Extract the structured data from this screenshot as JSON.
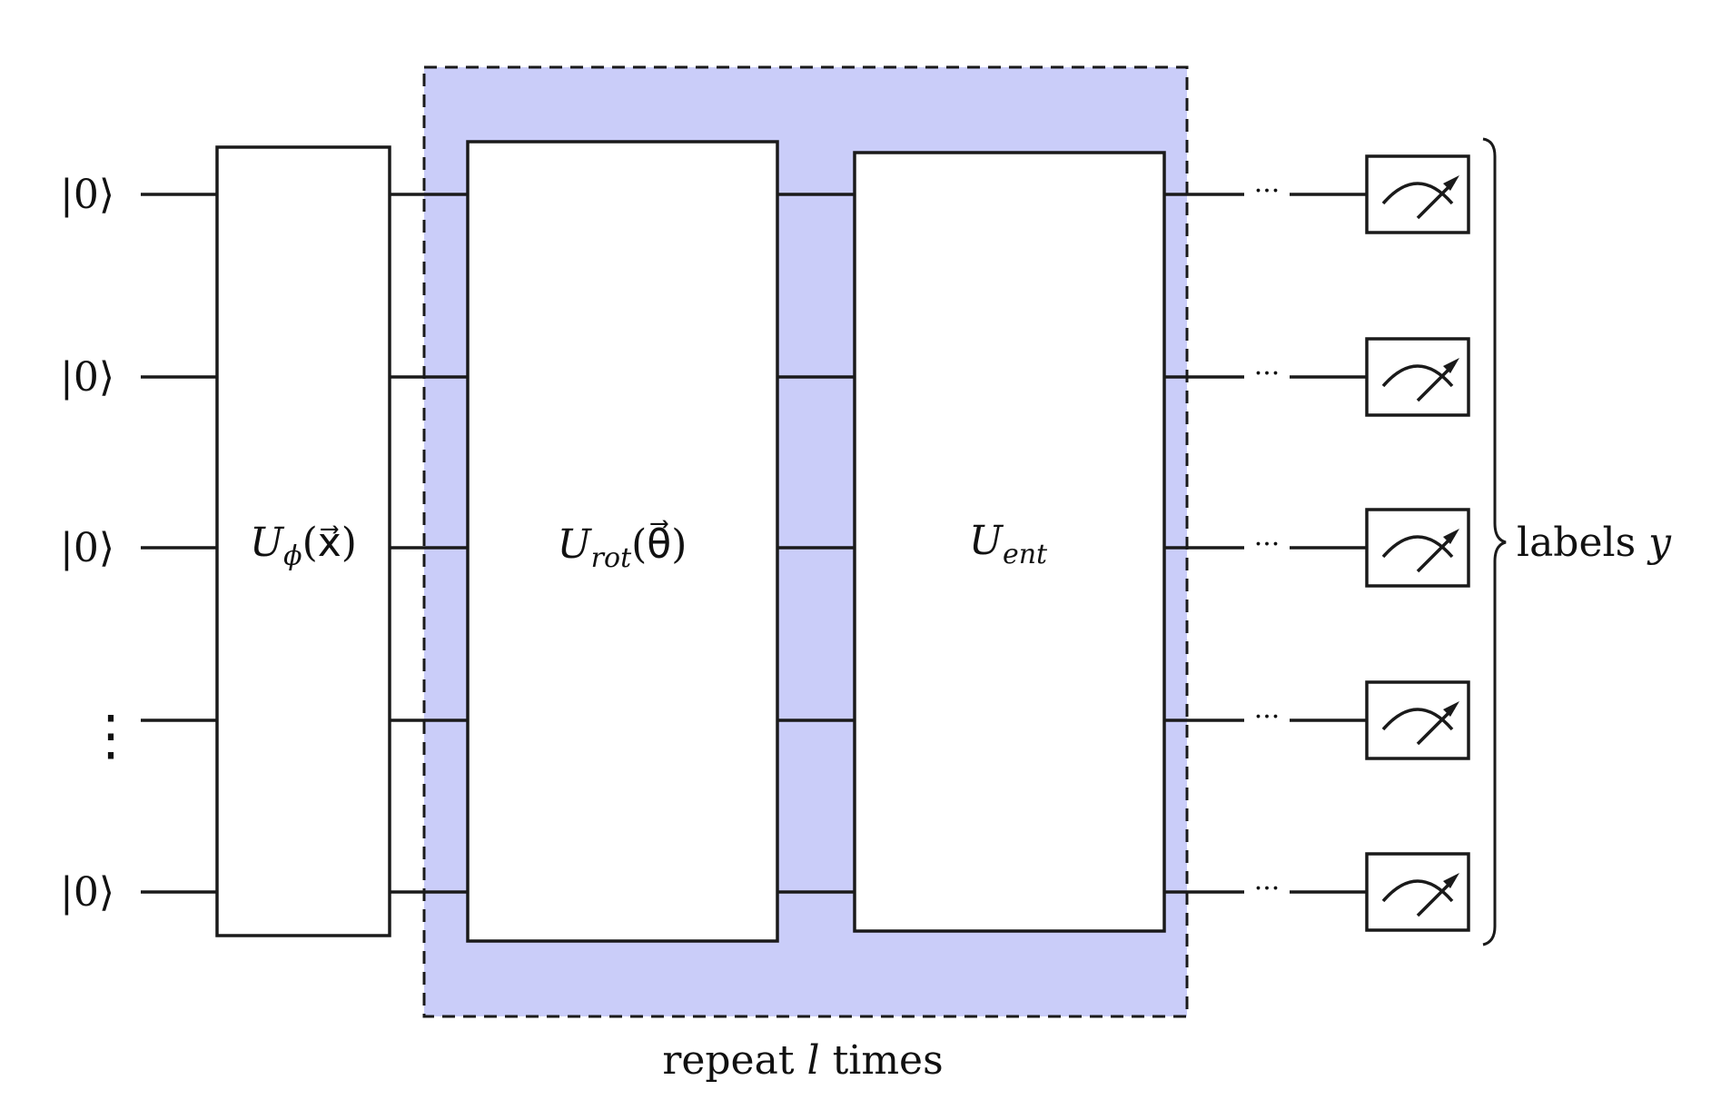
{
  "colors": {
    "repeat_block_fill": "#cacdf9",
    "stroke": "#1a1a1a",
    "background": "#ffffff"
  },
  "inputs": [
    {
      "kind": "ket",
      "label": "|0⟩"
    },
    {
      "kind": "ket",
      "label": "|0⟩"
    },
    {
      "kind": "ket",
      "label": "|0⟩"
    },
    {
      "kind": "ellipsis",
      "label": "⋮"
    },
    {
      "kind": "ket",
      "label": "|0⟩"
    }
  ],
  "gates": {
    "feature_map": {
      "base": "U",
      "sub": "ϕ",
      "arg": "(x⃗)"
    },
    "rotation": {
      "base": "U",
      "sub": "rot",
      "arg": "(θ⃗)"
    },
    "entangler": {
      "base": "U",
      "sub": "ent",
      "arg": ""
    }
  },
  "continuation_dots": "···",
  "measurement_icon": "meter-icon",
  "output_label": {
    "text": "labels ",
    "var": "y"
  },
  "repeat_caption": {
    "before": "repeat ",
    "var": "l",
    "after": " times"
  }
}
